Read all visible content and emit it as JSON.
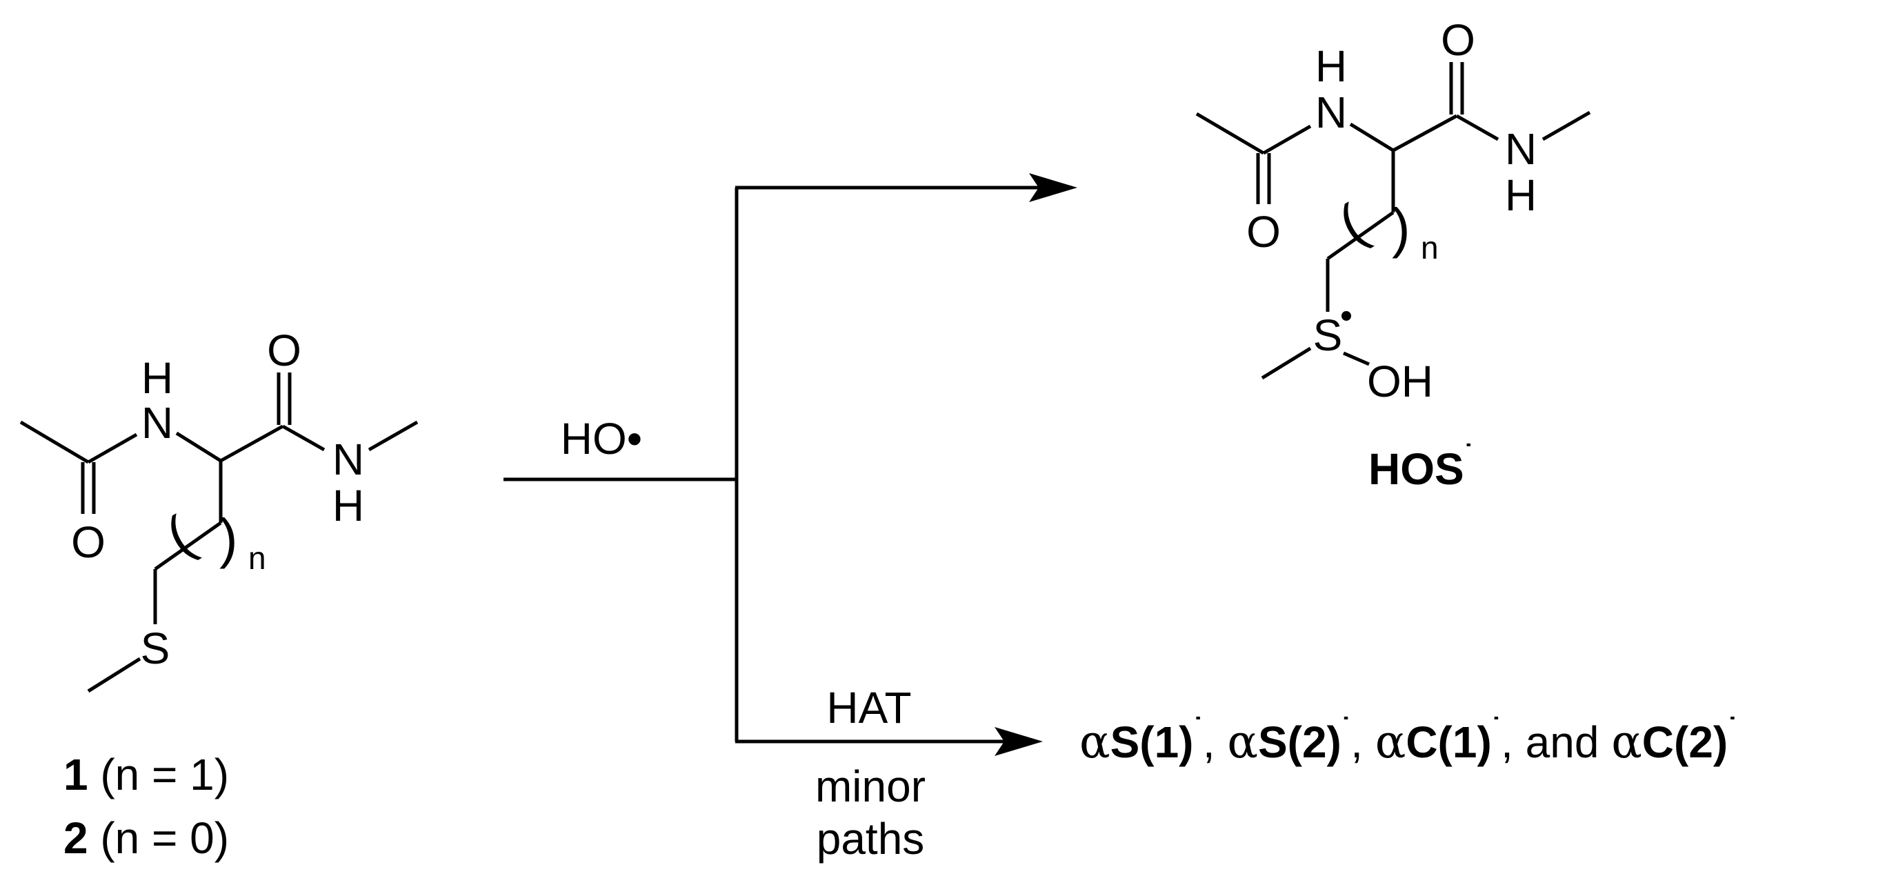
{
  "reactant": {
    "atoms": {
      "nh": "N",
      "h_top": "H",
      "o_carbonyl_right": "O",
      "o_carbonyl_left": "O",
      "n_amide": "N",
      "h_bottom": "H",
      "s": "S",
      "n_sub": "n"
    },
    "label_line1": {
      "num": "1",
      "cond": " (n = 1)"
    },
    "label_line2": {
      "num": "2",
      "cond": " (n = 0)"
    }
  },
  "reagent": {
    "text": "HO•"
  },
  "product_top": {
    "atoms": {
      "nh": "N",
      "h_top": "H",
      "o_carbonyl_right": "O",
      "o_carbonyl_left": "O",
      "n_amide": "N",
      "h_bottom": "H",
      "s": "S",
      "oh": "OH",
      "n_sub": "n"
    },
    "label": "HOS",
    "label_radical": "˙"
  },
  "lower_path": {
    "above_arrow": "HAT",
    "below_line1": "minor",
    "below_line2": "paths",
    "products": {
      "alpha": "α",
      "p1": "S(1)",
      "p2": "S(2)",
      "p3": "C(1)",
      "p4": "C(2)",
      "radical": "˙",
      "sep": ", ",
      "and": ", and "
    }
  }
}
